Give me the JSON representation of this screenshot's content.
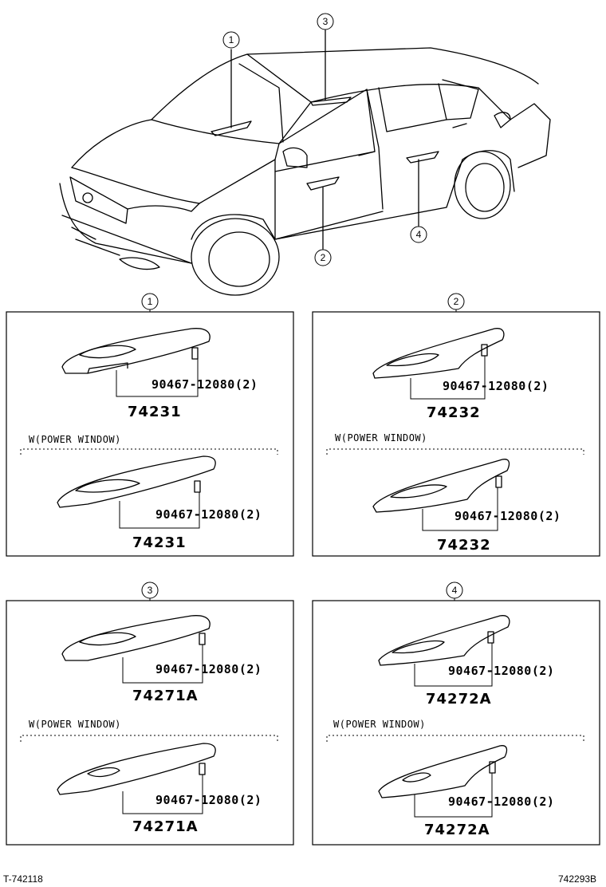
{
  "callouts": [
    "1",
    "2",
    "3",
    "4"
  ],
  "panels": [
    {
      "callout": "1",
      "clip": "90467-12080(2)",
      "part": "74231",
      "cond": "W(POWER WINDOW)",
      "clip2": "90467-12080(2)",
      "part2": "74231"
    },
    {
      "callout": "2",
      "clip": "90467-12080(2)",
      "part": "74232",
      "cond": "W(POWER WINDOW)",
      "clip2": "90467-12080(2)",
      "part2": "74232"
    },
    {
      "callout": "3",
      "clip": "90467-12080(2)",
      "part": "74271A",
      "cond": "W(POWER WINDOW)",
      "clip2": "90467-12080(2)",
      "part2": "74271A"
    },
    {
      "callout": "4",
      "clip": "90467-12080(2)",
      "part": "74272A",
      "cond": "W(POWER WINDOW)",
      "clip2": "90467-12080(2)",
      "part2": "74272A"
    }
  ],
  "footer": {
    "left": "T-742118",
    "right": "742293B"
  }
}
